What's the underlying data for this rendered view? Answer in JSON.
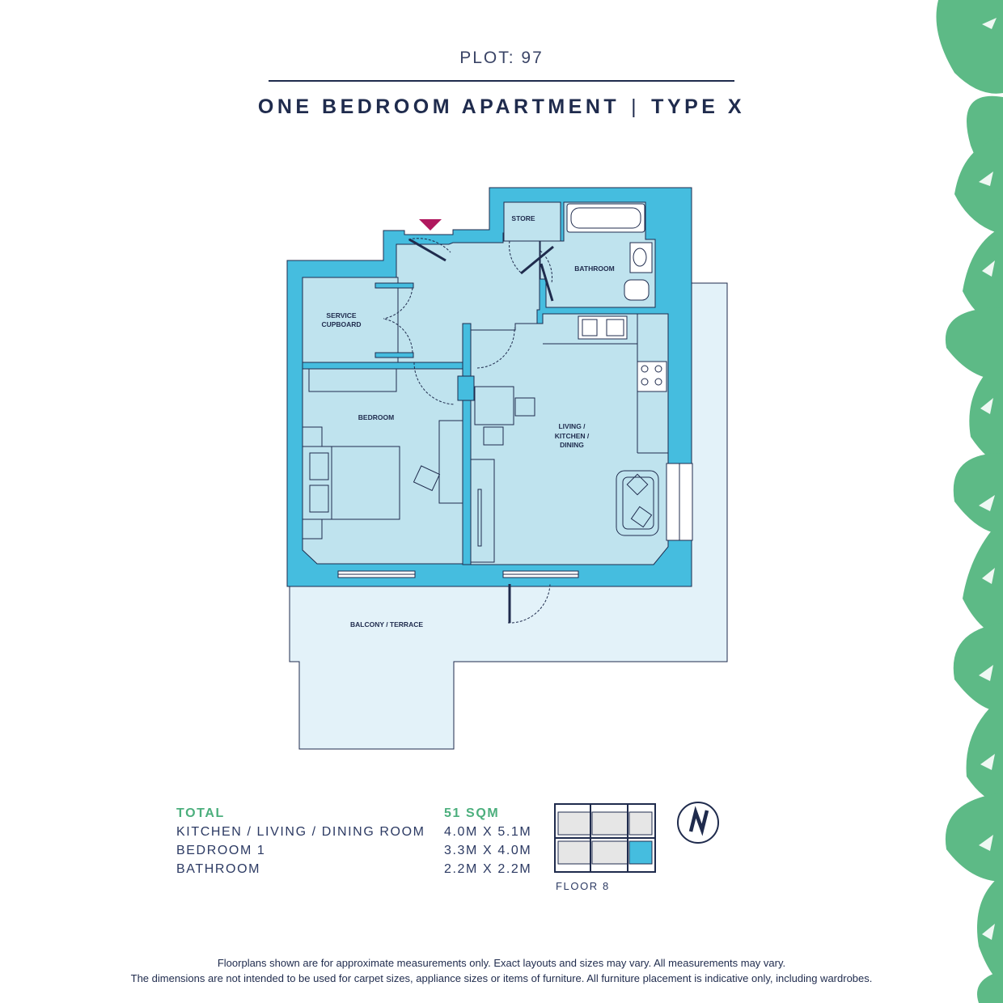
{
  "header": {
    "plot": "PLOT: 97",
    "title_left": "ONE BEDROOM APARTMENT",
    "title_sep": "|",
    "title_right": "TYPE X"
  },
  "rooms": {
    "store": "STORE",
    "bathroom": "BATHROOM",
    "service_line1": "SERVICE",
    "service_line2": "CUPBOARD",
    "bedroom": "BEDROOM",
    "living_line1": "LIVING /",
    "living_line2": "KITCHEN /",
    "living_line3": "DINING",
    "balcony": "BALCONY / TERRACE"
  },
  "summary": {
    "total_label": "TOTAL",
    "total_value": "51 SQM",
    "rows": [
      {
        "name": "KITCHEN / LIVING / DINING ROOM",
        "value": "4.0M  X 5.1M"
      },
      {
        "name": "BEDROOM 1",
        "value": "3.3M  X 4.0M"
      },
      {
        "name": "BATHROOM",
        "value": "2.2M  X 2.2M"
      }
    ]
  },
  "keyplan": {
    "floor_label": "FLOOR 8"
  },
  "disclaimer": {
    "line1": "Floorplans shown are for approximate measurements only. Exact layouts and sizes may vary. All measurements may vary.",
    "line2": "The dimensions are not intended to be used for carpet sizes, appliance sizes or items of furniture. All furniture placement is indicative only, including wardrobes."
  },
  "colors": {
    "navy": "#1f2b4d",
    "wall": "#45bddf",
    "room": "#bfe3ee",
    "terrace": "#e3f2f9",
    "accent_green": "#4caf7d",
    "leaf_green": "#5dba86",
    "entrance_marker": "#b0185e"
  },
  "icons": [
    "entrance-arrow-icon",
    "north-compass-icon",
    "leaf-decoration-icon"
  ]
}
